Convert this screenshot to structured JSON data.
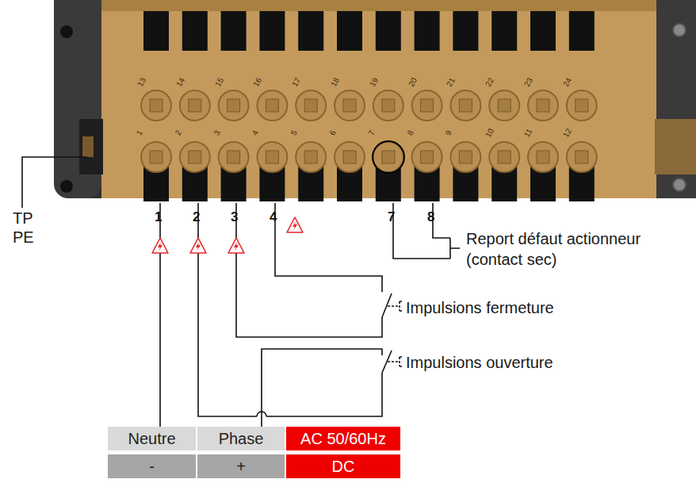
{
  "diagram": {
    "nodes": [
      {
        "text": [
          "Neutre"
        ]
      },
      {
        "text": [
          "Phase"
        ]
      },
      {
        "text": [
          "AC 50/60Hz"
        ]
      },
      {
        "text": [
          "-"
        ]
      },
      {
        "text": [
          "+"
        ]
      },
      {
        "text": [
          "DC"
        ]
      }
    ],
    "labels": [
      "TP",
      "PE",
      "13",
      "14",
      "15",
      "16",
      "17",
      "18",
      "19",
      "20",
      "21",
      "22",
      "23",
      "24",
      "1",
      "2",
      "3",
      "4",
      "5",
      "6",
      "7",
      "8",
      "9",
      "10",
      "11",
      "12",
      "1",
      "2",
      "3",
      "4",
      "7",
      "8",
      "Report défaut actionneur (contact sec)",
      "Impulsions fermeture",
      "Impulsions ouverture"
    ]
  }
}
